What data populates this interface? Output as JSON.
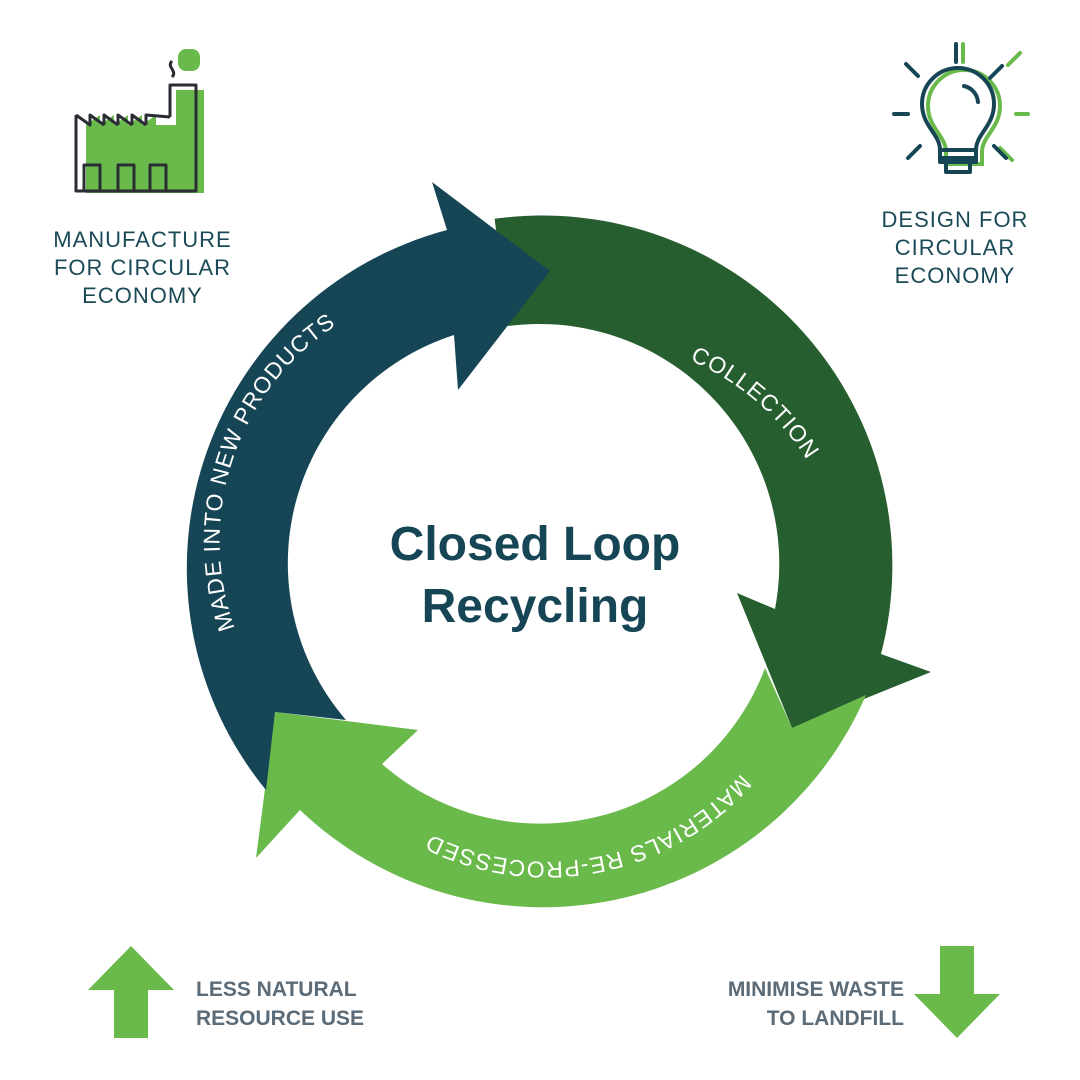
{
  "center": {
    "line1": "Closed Loop",
    "line2": "Recycling"
  },
  "segments": {
    "collection": "COLLECTION",
    "reprocessed": "MATERIALS RE-PROCESSED",
    "new_products": "MADE INTO NEW PRODUCTS"
  },
  "corners": {
    "manufacture": [
      "MANUFACTURE",
      "FOR CIRCULAR",
      "ECONOMY"
    ],
    "design": [
      "DESIGN FOR",
      "CIRCULAR",
      "ECONOMY"
    ]
  },
  "bottom": {
    "less_resource": [
      "LESS NATURAL",
      "RESOURCE USE"
    ],
    "minimise_waste": [
      "MINIMISE WASTE",
      "TO LANDFILL"
    ]
  },
  "icons": {
    "factory": "factory-icon",
    "bulb": "lightbulb-icon",
    "up_arrow": "arrow-up-icon",
    "down_arrow": "arrow-down-icon"
  },
  "colors": {
    "dark_teal": "#164655",
    "dark_green": "#265e2f",
    "light_green": "#6aba4b",
    "text_slate": "#5b6b77"
  }
}
